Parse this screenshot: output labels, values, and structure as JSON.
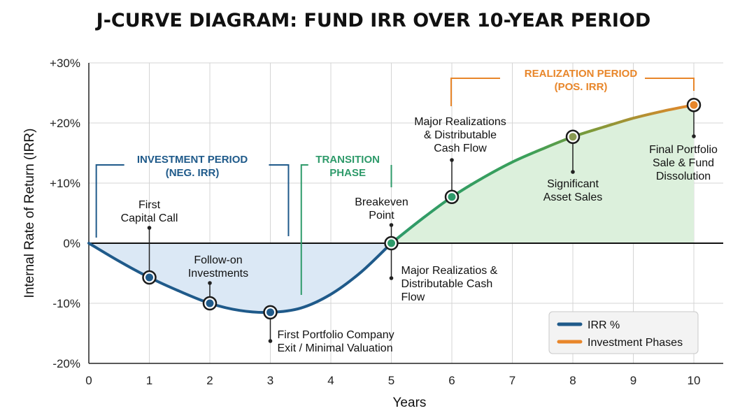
{
  "chart_data": {
    "type": "line",
    "title": "J-CURVE DIAGRAM: FUND IRR OVER 10-YEAR PERIOD",
    "xlabel": "Years",
    "ylabel": "Internal Rate of Return (IRR)",
    "xlim": [
      0,
      10.5
    ],
    "ylim": [
      -20,
      30
    ],
    "x_ticks": [
      "0",
      "1",
      "2",
      "3",
      "4",
      "5",
      "6",
      "7",
      "8",
      "9",
      "10"
    ],
    "y_ticks": [
      {
        "v": 30,
        "label": "+30%"
      },
      {
        "v": 20,
        "label": "+20%"
      },
      {
        "v": 10,
        "label": "+10%"
      },
      {
        "v": 0,
        "label": "0%"
      },
      {
        "v": -10,
        "label": "-10%"
      },
      {
        "v": -20,
        "label": "-20%"
      }
    ],
    "grid": true,
    "legend_position": "bottom-right",
    "series": [
      {
        "name": "IRR %",
        "x": [
          0,
          0.5,
          1,
          1.5,
          2,
          2.5,
          3,
          3.5,
          4,
          4.5,
          5,
          5.5,
          6,
          6.5,
          7,
          7.5,
          8,
          8.5,
          9,
          9.5,
          10
        ],
        "y": [
          0,
          -3,
          -5.7,
          -8,
          -10,
          -11.2,
          -11.5,
          -10.8,
          -8.5,
          -4.8,
          0,
          4,
          7.7,
          10.8,
          13.5,
          15.7,
          17.7,
          19.3,
          20.8,
          22,
          23
        ]
      }
    ],
    "legend": [
      {
        "label": "IRR %",
        "color": "#1f5a8a"
      },
      {
        "label": "Investment Phases",
        "color": "#e8862a"
      }
    ],
    "markers": [
      {
        "x": 1,
        "y": -5.7
      },
      {
        "x": 2,
        "y": -10
      },
      {
        "x": 3,
        "y": -11.5
      },
      {
        "x": 5,
        "y": 0
      },
      {
        "x": 6,
        "y": 7.7
      },
      {
        "x": 8,
        "y": 17.7
      },
      {
        "x": 10,
        "y": 23
      }
    ],
    "annotations": [
      {
        "lines": [
          "First",
          "Capital Call"
        ]
      },
      {
        "lines": [
          "Follow-on",
          "Investments"
        ]
      },
      {
        "lines": [
          "First Portfolio Company",
          "Exit / Minimal Valuation"
        ]
      },
      {
        "lines": [
          "Breakeven",
          "Point"
        ]
      },
      {
        "lines": [
          "Major Realizatios &",
          "Distributable Cash",
          "Flow"
        ]
      },
      {
        "lines": [
          "Major Realizations",
          "& Distributable",
          "Cash Flow"
        ]
      },
      {
        "lines": [
          "Significant",
          "Asset Sales"
        ]
      },
      {
        "lines": [
          "Final Portfolio",
          "Sale & Fund",
          "Dissolution"
        ]
      }
    ],
    "phases": [
      {
        "lines": [
          "INVESTMENT PERIOD",
          "(NEG. IRR)"
        ],
        "from": 0.1,
        "to": 3.3,
        "color": "#1f5a8a"
      },
      {
        "lines": [
          "TRANSITION",
          "PHASE"
        ],
        "from": 3.5,
        "to": 5,
        "color": "#2e9a6a"
      },
      {
        "lines": [
          "REALIZATION PERIOD",
          "(POS. IRR)"
        ],
        "from": 6,
        "to": 10,
        "color": "#e8862a"
      }
    ],
    "colors": {
      "negative_fill": "#dbe8f5",
      "positive_fill": "#dcf0dc",
      "line_blue": "#1f5a8a",
      "line_green": "#2e9a6a",
      "line_orange": "#e8862a"
    }
  }
}
